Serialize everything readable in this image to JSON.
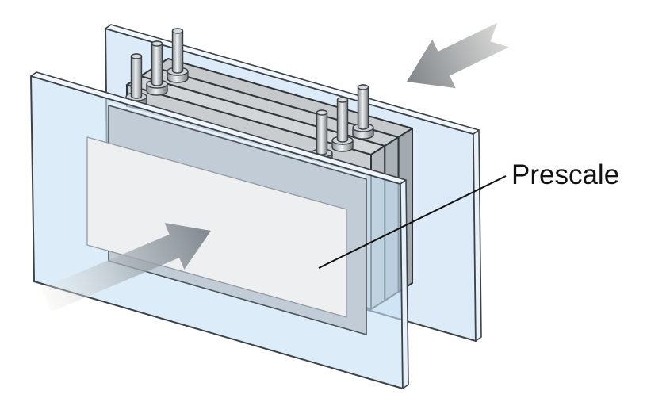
{
  "diagram": {
    "label": "Prescale",
    "description_parts": {
      "front_plate": "transparent compression plate (front)",
      "back_plate": "transparent compression plate (back)",
      "battery_stack": "stack of 3 prismatic battery cells with terminal posts",
      "prescale_film": "Prescale pressure measurement film sheet",
      "arrow_top_right": "compression force arrow pointing down-left",
      "arrow_bottom_left": "compression force arrow pointing up-right",
      "leader_line": "label leader line pointing at film"
    },
    "palette": {
      "plate_blue": "#dcebf7",
      "plate_outline": "#3c4248",
      "cell_gray_top": "#d3d6d9",
      "cell_gray_side": "#b0b6bb",
      "cell_outline": "#2f353a",
      "film_white": "#edeff1",
      "film_outline": "#959ba1",
      "slab_band": "#c2ccd6",
      "arrow_gray_dark": "#82878b",
      "arrow_gray_light": "#dbdbd9",
      "label_color": "#111111",
      "background": "#ffffff"
    }
  }
}
